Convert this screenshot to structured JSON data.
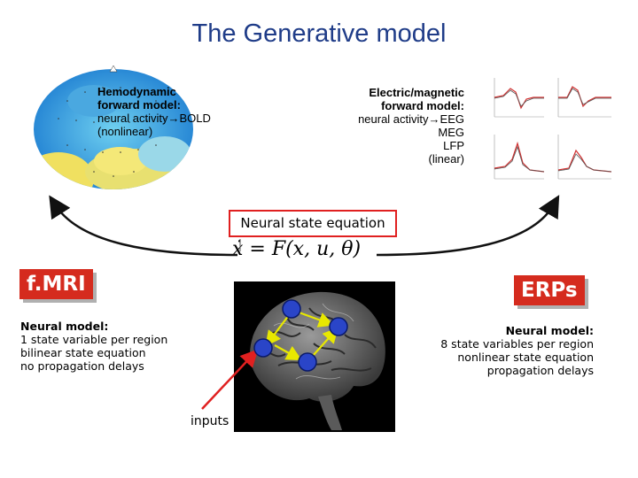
{
  "title": "The Generative model",
  "hemodynamic": {
    "line1": "Hemodynamic",
    "line2": "forward model:",
    "line3": "neural activity→BOLD",
    "line4": "(nonlinear)"
  },
  "electric": {
    "line1": "Electric/magnetic",
    "line2": "forward model:",
    "line3": "neural activity→EEG",
    "line4": "MEG",
    "line5": "LFP",
    "line6": "(linear)"
  },
  "neural_state_equation": {
    "label": "Neural state equation",
    "formula": "ẋ = F(x, u, θ)"
  },
  "fmri": {
    "label": "f.MRI",
    "model_heading": "Neural model:",
    "model_line1": "1 state variable per region",
    "model_line2": "bilinear state equation",
    "model_line3": "no propagation delays"
  },
  "erps": {
    "label": "ERPs",
    "model_heading": "Neural model:",
    "model_line1": "8 state variables per region",
    "model_line2": "nonlinear state equation",
    "model_line3": "propagation delays"
  },
  "inputs_label": "inputs",
  "colors": {
    "title": "#1f3c88",
    "label_box": "#d52b1e",
    "node": "#2a45c8",
    "connection": "#e8e800",
    "input_arrow": "#e02020"
  }
}
